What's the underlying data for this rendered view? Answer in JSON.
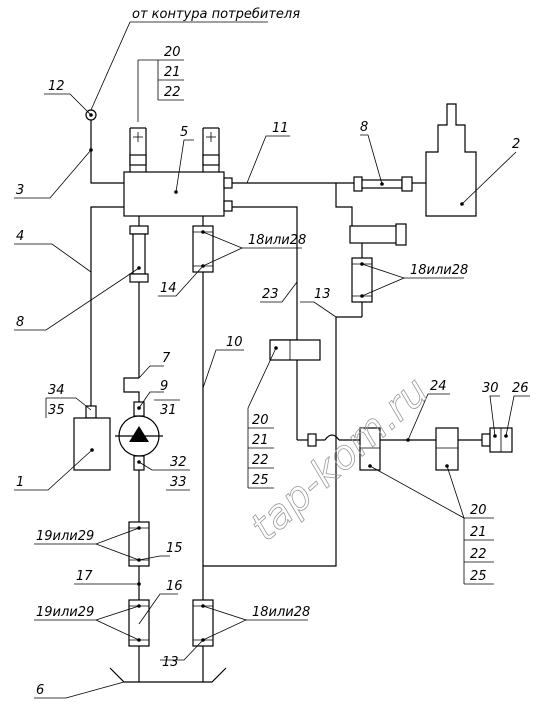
{
  "labels": {
    "consumer": "от контура потребителя",
    "n1": "1",
    "n2": "2",
    "n3": "3",
    "n4": "4",
    "n5": "5",
    "n6": "6",
    "n7": "7",
    "n8a": "8",
    "n8b": "8",
    "n9": "9",
    "n10": "10",
    "n11": "11",
    "n12": "12",
    "n13a": "13",
    "n13b": "13",
    "n14": "14",
    "n15": "15",
    "n16": "16",
    "n17": "17",
    "n23": "23",
    "n24": "24",
    "n26": "26",
    "n30": "30",
    "n31": "31",
    "n32": "32",
    "n33": "33",
    "n34": "34",
    "n35": "35",
    "stackA": [
      "20",
      "21",
      "22"
    ],
    "stackB": [
      "20",
      "21",
      "22",
      "25"
    ],
    "stackC": [
      "20",
      "21",
      "22",
      "25"
    ],
    "or18_28a": "18или28",
    "or18_28b": "18или28",
    "or18_28c": "18или28",
    "or19_29a": "19или29",
    "or19_29b": "19или29"
  },
  "watermark": "tap-kom.ru"
}
